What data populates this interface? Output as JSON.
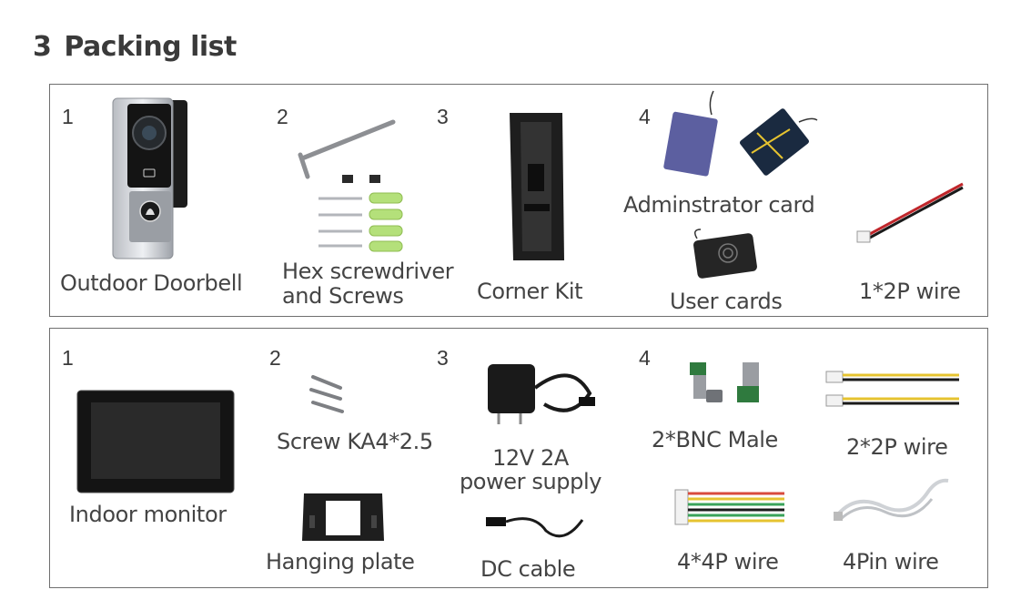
{
  "heading": {
    "number": "3",
    "title": "Packing list"
  },
  "outdoor_panel": {
    "items": [
      {
        "index": "1",
        "label": "Outdoor Doorbell"
      },
      {
        "index": "2",
        "label_line1": "Hex screwdriver",
        "label_line2": "and Screws"
      },
      {
        "index": "3",
        "label": "Corner Kit"
      },
      {
        "index": "4",
        "label_admin": "Adminstrator card",
        "label_user": "User cards"
      },
      {
        "label": "1*2P wire"
      }
    ]
  },
  "indoor_panel": {
    "items": [
      {
        "index": "1",
        "label": "Indoor monitor"
      },
      {
        "index": "2",
        "label_screw": "Screw KA4*2.5",
        "label_plate": "Hanging plate"
      },
      {
        "index": "3",
        "label_line1": "12V 2A",
        "label_line2": "power supply",
        "label_cable": "DC cable"
      },
      {
        "index": "4",
        "label_bnc": "2*BNC Male",
        "label_wire4": "4*4P wire"
      },
      {
        "label_wire2": "2*2P wire",
        "label_pin": "4Pin wire"
      }
    ]
  }
}
